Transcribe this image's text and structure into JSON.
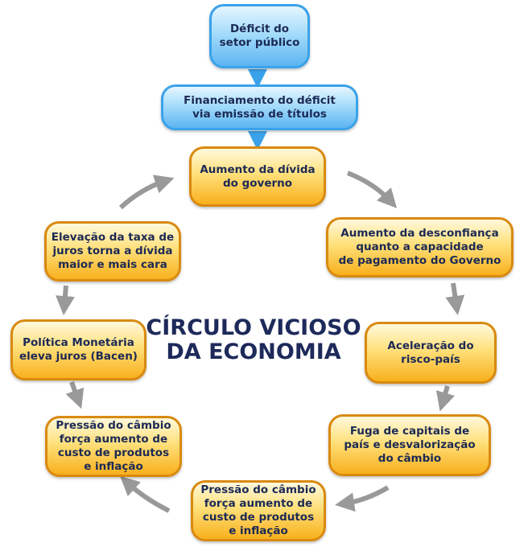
{
  "title": "CÍRCULO VICIOSO\nDA ECONOMIA",
  "boxes": {
    "deficit": "Déficit do\nsetor público",
    "financiamento": "Financiamento do déficit\nvia emissão de títulos",
    "divida": "Aumento da dívida\ndo governo",
    "desconfianca": "Aumento da desconfiança\nquanto a capacidade\nde pagamento do Governo",
    "risco": "Aceleração do\nrisco-país",
    "fuga": "Fuga de capitais de\npaís e desvalorização\ndo câmbio",
    "pressao_bottom": "Pressão do câmbio\nforça aumento de\ncusto de produtos\ne inflação",
    "pressao_left": "Pressão do câmbio\nforça aumento de\ncusto de produtos\ne inflação",
    "politica": "Política Monetária\neleva juros (Bacen)",
    "elevacao": "Elevação da taxa de\njuros torna a dívida\nmaior e mais cara"
  },
  "colors": {
    "blue": "#3aa2ea",
    "orange": "#f8b01d",
    "arrow": "#999999",
    "text": "#1c2a55"
  }
}
